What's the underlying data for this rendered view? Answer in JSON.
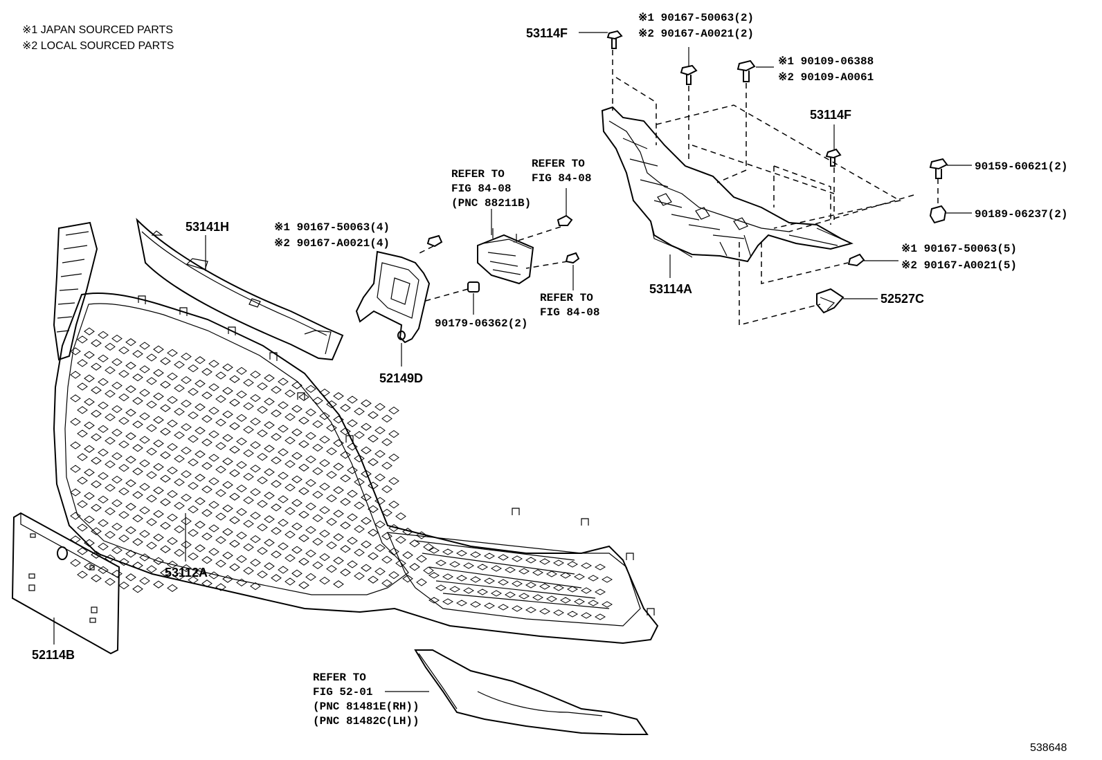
{
  "legend": {
    "line1": "※1 JAPAN SOURCED PARTS",
    "line2": "※2 LOCAL SOURCED PARTS"
  },
  "figure_id": "538648",
  "callouts": {
    "p53114F_top": "53114F",
    "p90167_top_1": "※1 90167-50063(2)",
    "p90167_top_2": "※2 90167-A0021(2)",
    "p90109_1": "※1 90109-06388",
    "p90109_2": "※2 90109-A0061",
    "p53114F_right": "53114F",
    "p90159": "90159-60621(2)",
    "p90189": "90189-06237(2)",
    "p90167_right_1": "※1 90167-50063(5)",
    "p90167_right_2": "※2 90167-A0021(5)",
    "p52527C": "52527C",
    "p53114A": "53114A",
    "p53141H": "53141H",
    "p90167_mid_1": "※1 90167-50063(4)",
    "p90167_mid_2": "※2 90167-A0021(4)",
    "refer_a_1": "REFER TO",
    "refer_a_2": "FIG 84-08",
    "refer_a_3": "(PNC 88211B)",
    "refer_b_1": "REFER TO",
    "refer_b_2": "FIG 84-08",
    "refer_c_1": "REFER TO",
    "refer_c_2": "FIG 84-08",
    "p90179": "90179-06362(2)",
    "p52149D": "52149D",
    "p53112A": "53112A",
    "p52114B": "52114B",
    "refer_d_1": "REFER TO",
    "refer_d_2": "FIG 52-01",
    "refer_d_3": "(PNC 81481E(RH))",
    "refer_d_4": "(PNC 81482C(LH))"
  }
}
